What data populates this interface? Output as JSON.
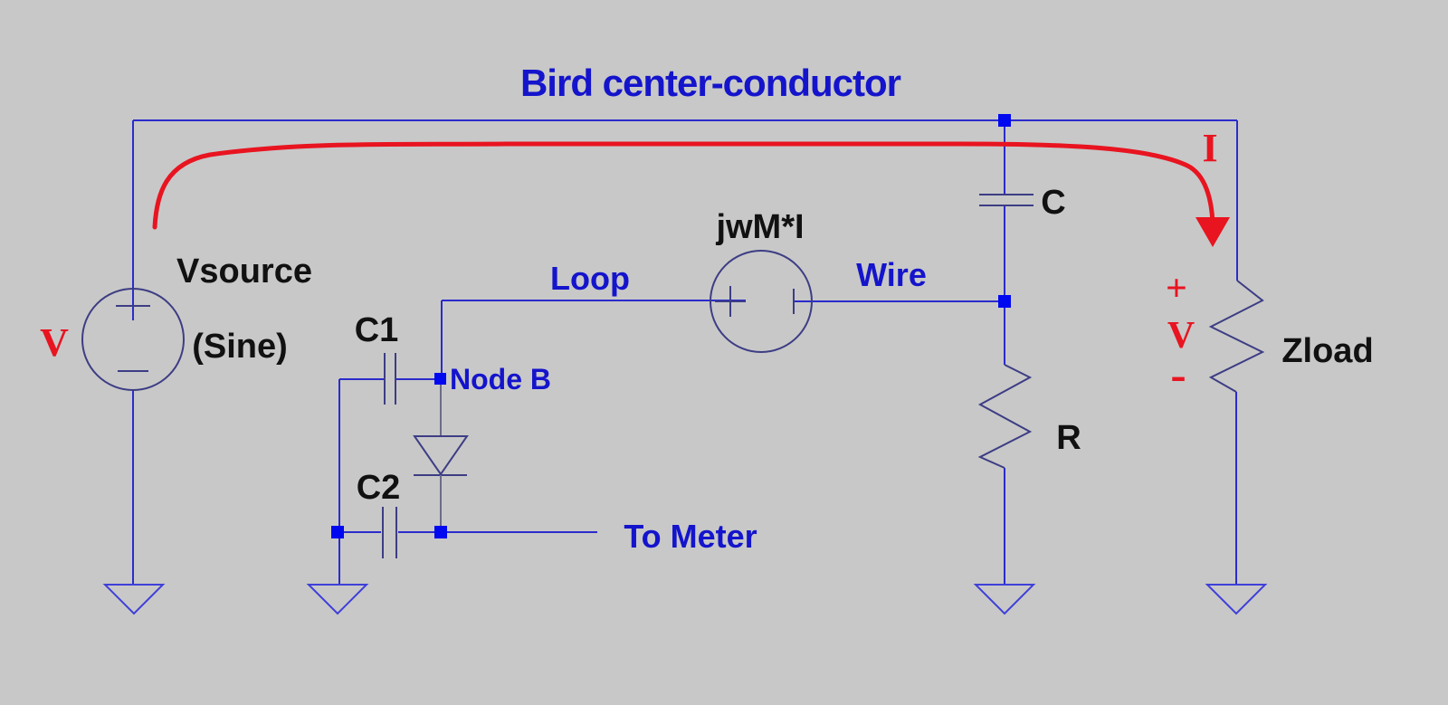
{
  "diagram": {
    "title": "Bird center-conductor",
    "labels": {
      "source_name": "Vsource",
      "source_type": "(Sine)",
      "c1": "C1",
      "c2": "C2",
      "node_b": "Node B",
      "loop": "Loop",
      "mutual_emf": "jwM*I",
      "wire": "Wire",
      "cap": "C",
      "resistor": "R",
      "load": "Zload",
      "to_meter": "To Meter"
    },
    "annotations": {
      "source_voltage": "V",
      "current": "I",
      "load_plus": "+",
      "load_voltage": "V",
      "load_minus": "-"
    },
    "colors": {
      "background": "#c8c8c8",
      "wire_blue": "#2b2bcc",
      "component_navy": "#3d3d85",
      "ground_blue": "#3f3fd9",
      "node_square_blue": "#0008f0",
      "label_blue": "#1414cc",
      "label_black": "#111111",
      "annotation_red": "#e81420"
    }
  }
}
